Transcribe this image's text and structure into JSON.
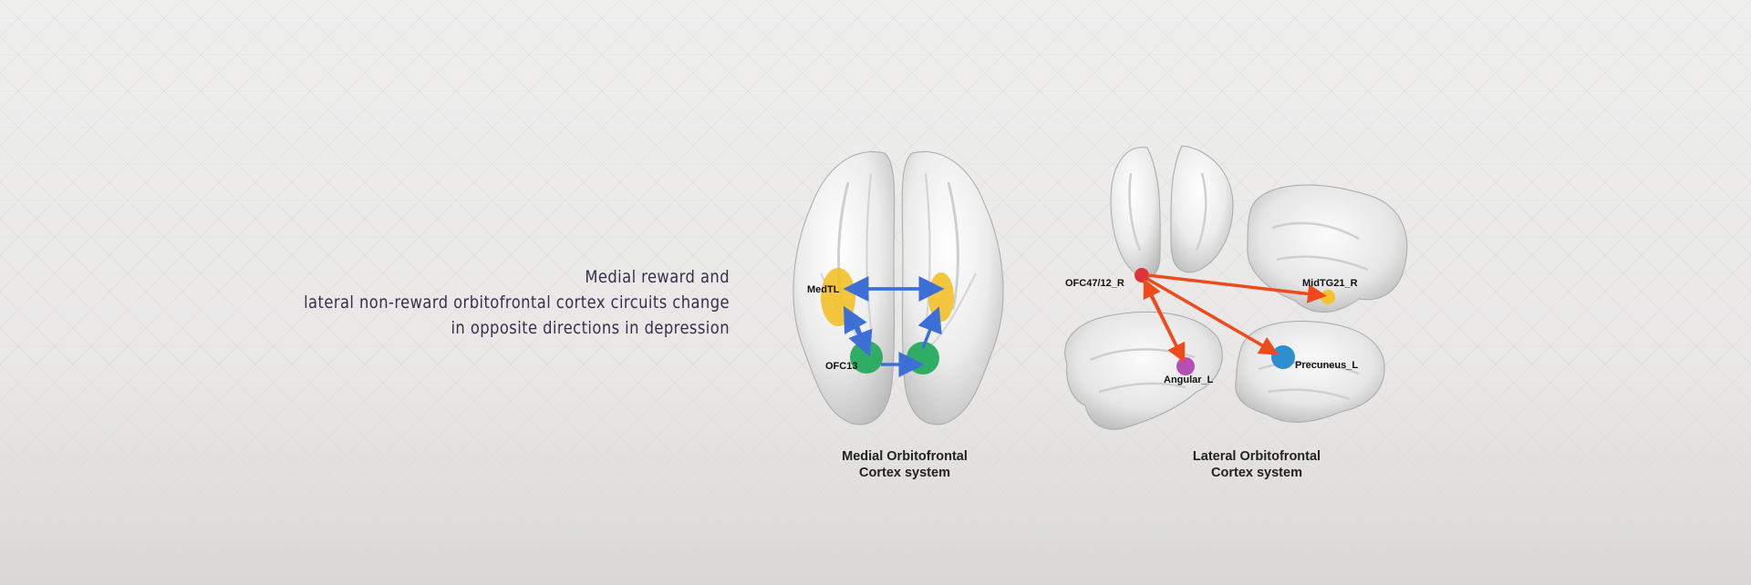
{
  "headline": {
    "line1": "Medial reward and",
    "line2": "lateral non-reward orbitofrontal cortex circuits change",
    "line3": "in opposite directions in depression"
  },
  "medial_panel": {
    "caption_line1": "Medial Orbitofrontal",
    "caption_line2": "Cortex system",
    "labels": {
      "medtl": "MedTL",
      "ofc13": "OFC13"
    }
  },
  "lateral_panel": {
    "caption_line1": "Lateral Orbitofrontal",
    "caption_line2": "Cortex system",
    "labels": {
      "ofc47": "OFC47/12_R",
      "midtg": "MidTG21_R",
      "angular": "Angular_L",
      "precuneus": "Precuneus_L"
    }
  },
  "colors": {
    "medtl_region": "#f2c12e",
    "ofc13_region": "#1fa85a",
    "medial_arrow": "#3d6fd6",
    "lateral_arrow": "#ee4a1c",
    "ofc47_region": "#e0323c",
    "midtg_region": "#f2c12e",
    "angular_region": "#b44fb7",
    "precuneus_region": "#2f8ed0"
  }
}
